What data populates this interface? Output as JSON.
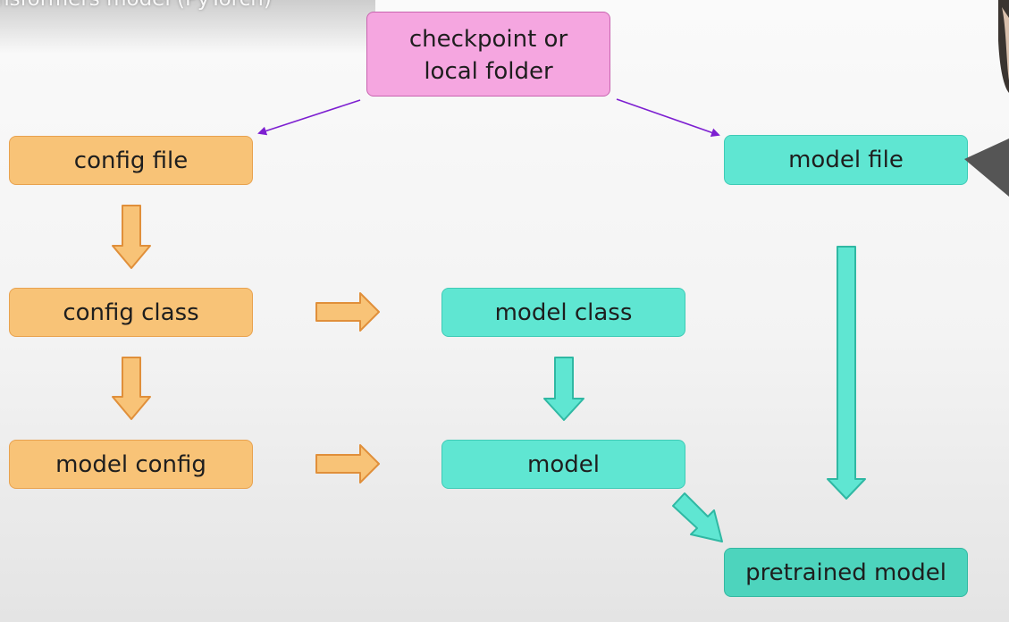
{
  "slide": {
    "title": "nsformers model (PyTorch)"
  },
  "diagram": {
    "checkpoint_line1": "checkpoint or",
    "checkpoint_line2": "local folder",
    "config_file": "config file",
    "config_class": "config class",
    "model_config": "model config",
    "model_file": "model file",
    "model_class": "model class",
    "model": "model",
    "pretrained_model": "pretrained model"
  },
  "colors": {
    "config_path": "#f8c377",
    "model_path": "#5fe6d2",
    "checkpoint": "#f5a6e0",
    "connector": "#7d1fd1"
  },
  "icons": [
    "presenter-video-thumbnail"
  ]
}
